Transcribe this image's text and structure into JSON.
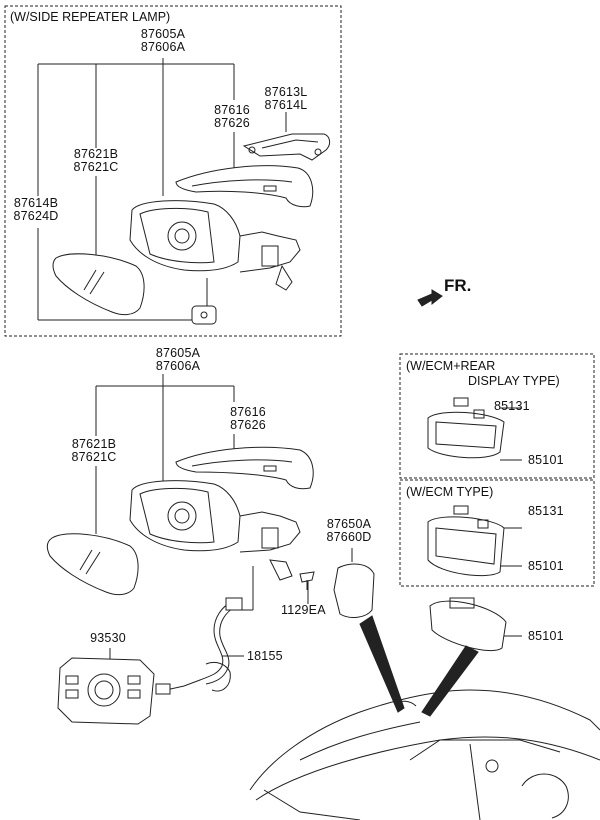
{
  "boxes": {
    "side_repeater": {
      "title": "(W/SIDE REPEATER LAMP)"
    },
    "ecm_rear_display": {
      "title_line1": "(W/ECM+REAR",
      "title_line2": "DISPLAY TYPE)"
    },
    "ecm": {
      "title": "(W/ECM TYPE)"
    }
  },
  "direction": {
    "label": "FR.",
    "arrow_icon": "forward-arrow-icon"
  },
  "top_assembly": {
    "mirror_assy": [
      "87605A",
      "87606A"
    ],
    "repeater_lamp": [
      "87613L",
      "87614L"
    ],
    "scalp_cover": [
      "87616",
      "87626"
    ],
    "glass": [
      "87621B",
      "87621C"
    ],
    "motor": [
      "87614B",
      "87624D"
    ]
  },
  "middle_assembly": {
    "mirror_assy": [
      "87605A",
      "87606A"
    ],
    "scalp_cover": [
      "87616",
      "87626"
    ],
    "glass": [
      "87621B",
      "87621C"
    ],
    "cover": [
      "87650A",
      "87660D"
    ],
    "screw": "1129EA",
    "harness": "18155",
    "switch": "93530"
  },
  "inside_mirror": {
    "ecm_rear_display": {
      "part": "85101",
      "bulb": "85131"
    },
    "ecm": {
      "part": "85101",
      "bulb": "85131"
    },
    "standard": {
      "part": "85101"
    }
  }
}
